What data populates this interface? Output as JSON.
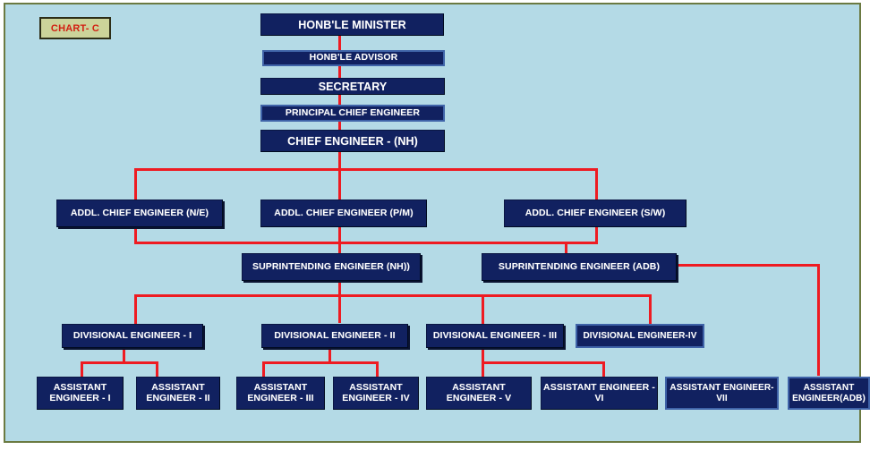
{
  "chart": {
    "tag_label": "CHART- C",
    "canvas_background": "#b4dae6",
    "frame_border_color": "#6b7a42",
    "node_fill": "#112160",
    "node_text_color": "#ffffff",
    "connector_color": "#ee1b22",
    "tag_fill": "#ccd39a",
    "tag_text_color": "#d21f12"
  },
  "nodes": {
    "minister": "HONB'LE MINISTER",
    "advisor": "HONB'LE ADVISOR",
    "secretary": "SECRETARY",
    "principal_chief_engineer": "PRINCIPAL CHIEF ENGINEER",
    "chief_engineer_nh": "CHIEF ENGINEER - (NH)",
    "addl_ce_ne": "ADDL. CHIEF ENGINEER (N/E)",
    "addl_ce_pm": "ADDL. CHIEF ENGINEER (P/M)",
    "addl_ce_sw": "ADDL. CHIEF ENGINEER (S/W)",
    "se_nh": "SUPRINTENDING ENGINEER (NH))",
    "se_adb": "SUPRINTENDING ENGINEER (ADB)",
    "de_1": "DIVISIONAL ENGINEER  - I",
    "de_2": "DIVISIONAL ENGINEER  - II",
    "de_3": "DIVISIONAL ENGINEER  - III",
    "de_4": "DIVISIONAL ENGINEER-IV",
    "ae_1": "ASSISTANT ENGINEER - I",
    "ae_2": "ASSISTANT ENGINEER - II",
    "ae_3": "ASSISTANT ENGINEER - III",
    "ae_4": "ASSISTANT ENGINEER - IV",
    "ae_5": "ASSISTANT ENGINEER  - V",
    "ae_6": "ASSISTANT ENGINEER - VI",
    "ae_7": "ASSISTANT ENGINEER-VII",
    "ae_adb": "ASSISTANT ENGINEER(ADB)"
  }
}
